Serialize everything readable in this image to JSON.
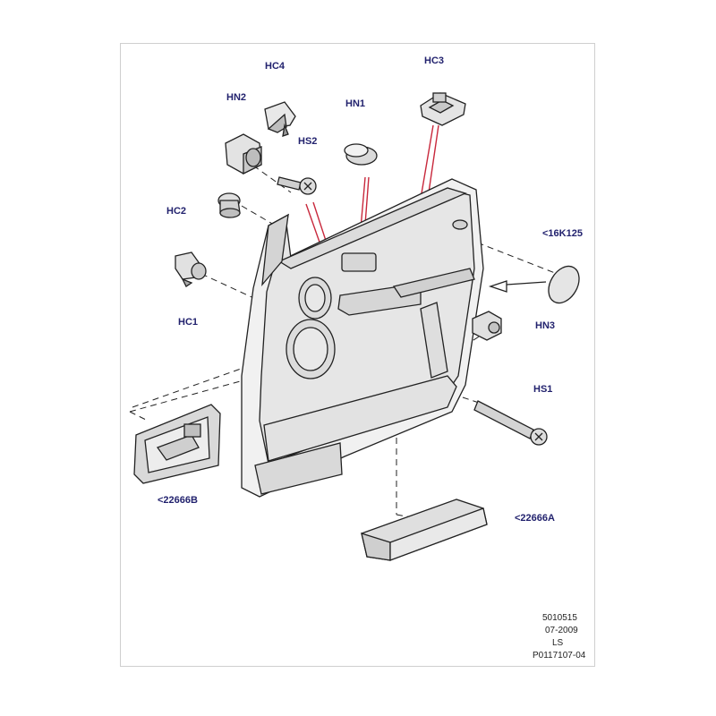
{
  "colors": {
    "label": "#22226e",
    "callout_red": "#c8283c",
    "line": "#222222",
    "part_fill": "#eeeeee",
    "part_shadow": "#b9b9b9"
  },
  "labels": {
    "hc4": "HC4",
    "hn2": "HN2",
    "hs2": "HS2",
    "hn1": "HN1",
    "hc3": "HC3",
    "hc2": "HC2",
    "hc1": "HC1",
    "k16125": "<16K125",
    "hn3": "HN3",
    "hs1": "HS1",
    "p22666b": "<22666B",
    "p22666a": "<22666A"
  },
  "reference": {
    "code": "5010515",
    "date": "07-2009",
    "model": "LS",
    "drawing": "P0117107-04"
  }
}
